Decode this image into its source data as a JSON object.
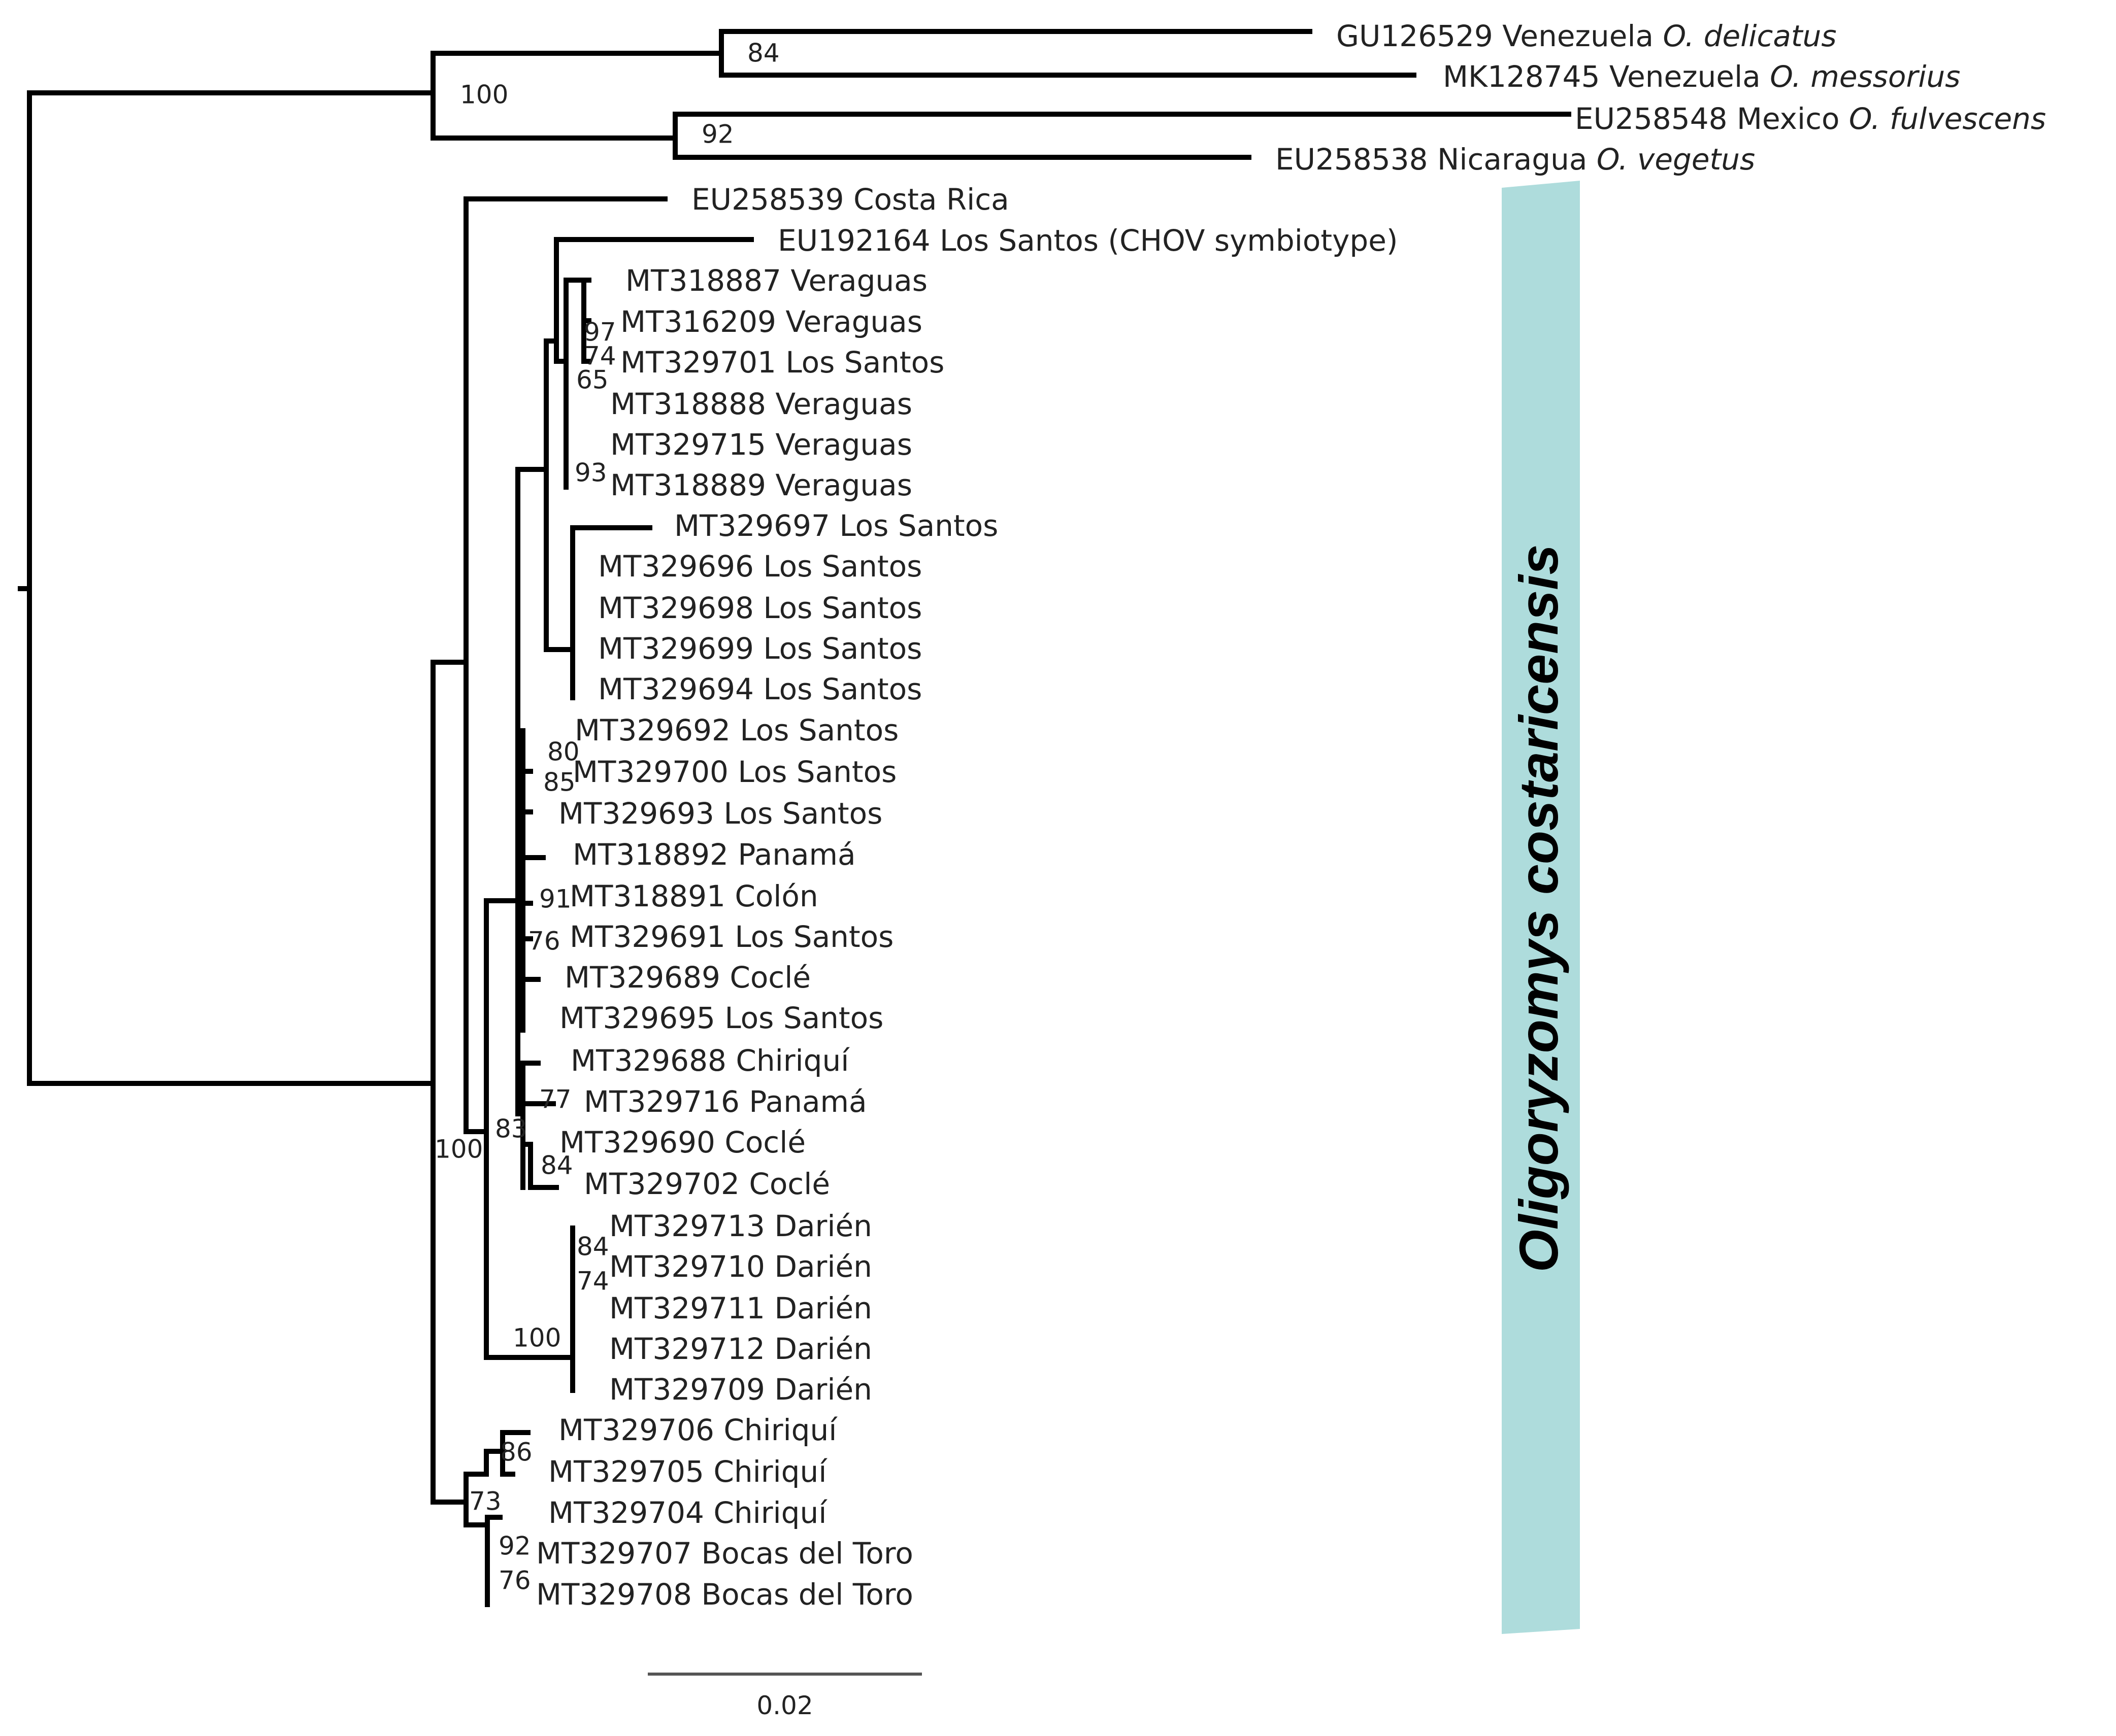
{
  "clade": {
    "label": "Oligoryzomys costaricensis",
    "color": "#aedcdc"
  },
  "scale_bar": {
    "label": "0.02"
  },
  "tips": [
    {
      "id": "GU126529",
      "locality": "Venezuela",
      "species": "O. delicatus"
    },
    {
      "id": "MK128745",
      "locality": "Venezuela",
      "species": "O. messorius"
    },
    {
      "id": "EU258548",
      "locality": "Mexico",
      "species": "O. fulvescens"
    },
    {
      "id": "EU258538",
      "locality": "Nicaragua",
      "species": "O. vegetus"
    },
    {
      "id": "EU258539",
      "locality": "Costa Rica"
    },
    {
      "id": "EU192164",
      "locality": "Los Santos (CHOV symbiotype)"
    },
    {
      "id": "MT318887",
      "locality": "Veraguas"
    },
    {
      "id": "MT316209",
      "locality": "Veraguas"
    },
    {
      "id": "MT329701",
      "locality": "Los Santos"
    },
    {
      "id": "MT318888",
      "locality": "Veraguas"
    },
    {
      "id": "MT329715",
      "locality": "Veraguas"
    },
    {
      "id": "MT318889",
      "locality": "Veraguas"
    },
    {
      "id": "MT329697",
      "locality": "Los Santos"
    },
    {
      "id": "MT329696",
      "locality": "Los Santos"
    },
    {
      "id": "MT329698",
      "locality": "Los Santos"
    },
    {
      "id": "MT329699",
      "locality": "Los Santos"
    },
    {
      "id": "MT329694",
      "locality": "Los Santos"
    },
    {
      "id": "MT329692",
      "locality": "Los Santos"
    },
    {
      "id": "MT329700",
      "locality": "Los Santos"
    },
    {
      "id": "MT329693",
      "locality": "Los Santos"
    },
    {
      "id": "MT318892",
      "locality": "Panamá"
    },
    {
      "id": "MT318891",
      "locality": "Colón"
    },
    {
      "id": "MT329691",
      "locality": "Los Santos"
    },
    {
      "id": "MT329689",
      "locality": "Coclé"
    },
    {
      "id": "MT329695",
      "locality": "Los Santos"
    },
    {
      "id": "MT329688",
      "locality": "Chiriquí"
    },
    {
      "id": "MT329716",
      "locality": "Panamá"
    },
    {
      "id": "MT329690",
      "locality": "Coclé"
    },
    {
      "id": "MT329702",
      "locality": "Coclé"
    },
    {
      "id": "MT329713",
      "locality": "Darién"
    },
    {
      "id": "MT329710",
      "locality": "Darién"
    },
    {
      "id": "MT329711",
      "locality": "Darién"
    },
    {
      "id": "MT329712",
      "locality": "Darién"
    },
    {
      "id": "MT329709",
      "locality": "Darién"
    },
    {
      "id": "MT329706",
      "locality": "Chiriquí"
    },
    {
      "id": "MT329705",
      "locality": "Chiriquí"
    },
    {
      "id": "MT329704",
      "locality": "Chiriquí"
    },
    {
      "id": "MT329707",
      "locality": "Bocas del Toro"
    },
    {
      "id": "MT329708",
      "locality": "Bocas del Toro"
    }
  ],
  "support_values": [
    "84",
    "100",
    "92",
    "97",
    "74",
    "65",
    "93",
    "80",
    "85",
    "91",
    "76",
    "77",
    "83",
    "100",
    "84",
    "84",
    "74",
    "100",
    "86",
    "73",
    "92",
    "76"
  ]
}
